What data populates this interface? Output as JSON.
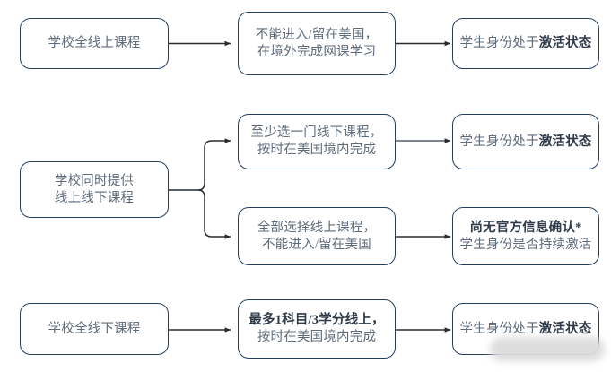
{
  "diagram": {
    "type": "flowchart",
    "title": "",
    "background_color": "#ffffff",
    "node_border_color": "#25405f",
    "node_fill_color": "#ffffff",
    "text_color": "#5d6b7a",
    "emphasis_text_color": "#2f3b49",
    "edge_color": "#2b2b2b",
    "rows": [
      {
        "id": "row-online",
        "nodes": [
          {
            "id": "n1",
            "name": "node-school-all-online",
            "lines": [
              {
                "text": "学校全线上课程",
                "emphasis": false
              }
            ]
          },
          {
            "id": "n2",
            "name": "node-cannot-enter-us",
            "lines": [
              {
                "text": "不能进入/留在美国，",
                "emphasis": false
              },
              {
                "text": "在境外完成网课学习",
                "emphasis": false
              }
            ]
          },
          {
            "id": "n3",
            "name": "node-status-active-1",
            "lines": [
              {
                "text": "学生身份处于",
                "emphasis": false,
                "tail": "激活状态"
              }
            ]
          }
        ]
      },
      {
        "id": "row-hybrid",
        "nodes": [
          {
            "id": "n4",
            "name": "node-school-hybrid",
            "lines": [
              {
                "text": "学校同时提供",
                "emphasis": false
              },
              {
                "text": "线上线下课程",
                "emphasis": false
              }
            ]
          },
          {
            "id": "n5",
            "name": "node-at-least-one-offline",
            "lines": [
              {
                "text": "至少选一门线下课程，",
                "emphasis": false
              },
              {
                "text": "按时在美国境内完成",
                "emphasis": false
              }
            ]
          },
          {
            "id": "n6",
            "name": "node-status-active-2",
            "lines": [
              {
                "text": "学生身份处于",
                "emphasis": false,
                "tail": "激活状态"
              }
            ]
          },
          {
            "id": "n7",
            "name": "node-all-online-choice",
            "lines": [
              {
                "text": "全部选择线上课程，",
                "emphasis": false
              },
              {
                "text": "不能进入/留在美国",
                "emphasis": false
              }
            ]
          },
          {
            "id": "n8",
            "name": "node-no-official-info",
            "lines": [
              {
                "text": "尚无官方信息确认*",
                "emphasis": true
              },
              {
                "text": "学生身份是否持续激活",
                "emphasis": false
              }
            ]
          }
        ]
      },
      {
        "id": "row-offline",
        "nodes": [
          {
            "id": "n9",
            "name": "node-school-all-offline",
            "lines": [
              {
                "text": "学校全线下课程",
                "emphasis": false
              }
            ]
          },
          {
            "id": "n10",
            "name": "node-max-one-course-online",
            "lines": [
              {
                "text": "最多1科目/3学分线上，",
                "emphasis": true
              },
              {
                "text": "按时在美国境内完成",
                "emphasis": false
              }
            ]
          },
          {
            "id": "n11",
            "name": "node-status-active-3",
            "lines": [
              {
                "text": "学生身份处于",
                "emphasis": false,
                "tail": "激活状态"
              }
            ]
          }
        ]
      }
    ],
    "edges": [
      {
        "id": "e1",
        "name": "edge-n1-to-n2",
        "from": "n1",
        "to": "n2",
        "style": "straight-arrow"
      },
      {
        "id": "e2",
        "name": "edge-n2-to-n3",
        "from": "n2",
        "to": "n3",
        "style": "straight-arrow"
      },
      {
        "id": "e3",
        "name": "edge-n4-to-n5",
        "from": "n4",
        "to": "n5",
        "style": "branch-up-arrow"
      },
      {
        "id": "e4",
        "name": "edge-n4-to-n7",
        "from": "n4",
        "to": "n7",
        "style": "branch-down-arrow"
      },
      {
        "id": "e5",
        "name": "edge-n5-to-n6",
        "from": "n5",
        "to": "n6",
        "style": "straight-arrow"
      },
      {
        "id": "e6",
        "name": "edge-n7-to-n8",
        "from": "n7",
        "to": "n8",
        "style": "straight-arrow"
      },
      {
        "id": "e7",
        "name": "edge-n9-to-n10",
        "from": "n9",
        "to": "n10",
        "style": "straight-arrow"
      },
      {
        "id": "e8",
        "name": "edge-n10-to-n11",
        "from": "n10",
        "to": "n11",
        "style": "straight-arrow"
      }
    ],
    "annotations": [
      {
        "id": "a1",
        "name": "censor-smudge",
        "note": ""
      }
    ]
  }
}
